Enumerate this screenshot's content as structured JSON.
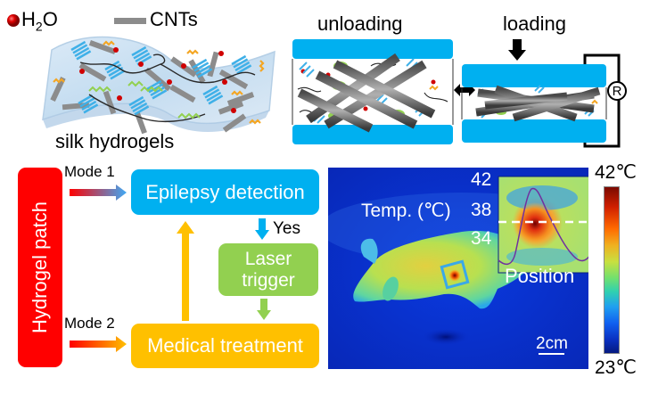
{
  "panel_a": {
    "legend": {
      "water_label": "H",
      "water_sub": "2",
      "water_suffix": "O",
      "cnt_label": "CNTs"
    },
    "hydrogel_caption": "silk hydrogels",
    "unloading_label": "unloading",
    "loading_label": "loading",
    "resistor_symbol": "R",
    "colors": {
      "electrode": "#00b0f0",
      "cnt": "#7f7f7f",
      "water": "#c00000",
      "silk_beta": "#3fb0e8",
      "silk_coil": "#92d050",
      "orange_chain": "#f4a623"
    }
  },
  "flow": {
    "patch_label": "Hydrogel patch",
    "mode1_label": "Mode 1",
    "mode2_label": "Mode 2",
    "epilepsy_label": "Epilepsy detection",
    "yes_label": "Yes",
    "laser_label_line1": "Laser",
    "laser_label_line2": "trigger",
    "treatment_label": "Medical treatment",
    "colors": {
      "patch": "#ff0000",
      "epilepsy": "#00b0f0",
      "laser": "#92d050",
      "treatment": "#ffc000"
    }
  },
  "thermal": {
    "temp_axis_label": "Temp. (℃)",
    "temp_ticks": [
      "42",
      "38",
      "34"
    ],
    "position_label": "Position",
    "scale_bar_label": "2cm",
    "colorbar_max": "42℃",
    "colorbar_min": "23℃",
    "colors": {
      "background": "#0a2fd0",
      "profile_line": "#7030a0",
      "dashed_line": "#ffffff"
    }
  }
}
